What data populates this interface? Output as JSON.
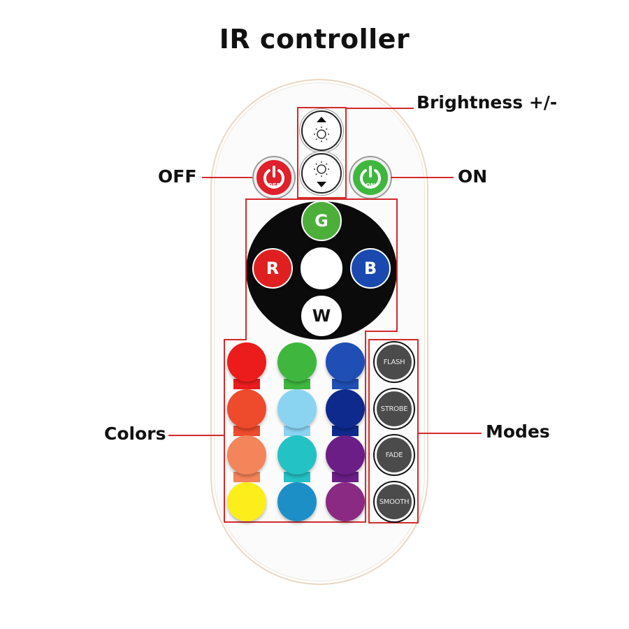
{
  "title": "IR controller",
  "labels": {
    "brightness": "Brightness +/-",
    "off": "OFF",
    "on": "ON",
    "colors": "Colors",
    "modes": "Modes"
  },
  "buttons": {
    "off_text": "OFF",
    "on_text": "ON",
    "green": "G",
    "red": "R",
    "blue": "B",
    "white_label": "W"
  },
  "color_grid": [
    [
      "#ec1c1c",
      "#3fb73f",
      "#1f4fb5"
    ],
    [
      "#ee4a2c",
      "#8ad4f2",
      "#0e2a8c"
    ],
    [
      "#f4845a",
      "#23c2c4",
      "#6a1e86"
    ],
    [
      "#fcee1a",
      "#1c8fc6",
      "#8a2a82"
    ]
  ],
  "modes": [
    "FLASH",
    "STROBE",
    "FADE",
    "SMOOTH"
  ],
  "colors": {
    "callout": "#d42a2a",
    "off_button": "#e0202a",
    "on_button": "#3fb73f",
    "g_button": "#4caf3a",
    "r_button": "#e02020",
    "b_button": "#1a4ab0",
    "mode_button": "#4b4b4b"
  },
  "icons": {
    "brightness_up": "sun-arrow-up-icon",
    "brightness_down": "sun-arrow-down-icon",
    "power": "power-icon"
  }
}
